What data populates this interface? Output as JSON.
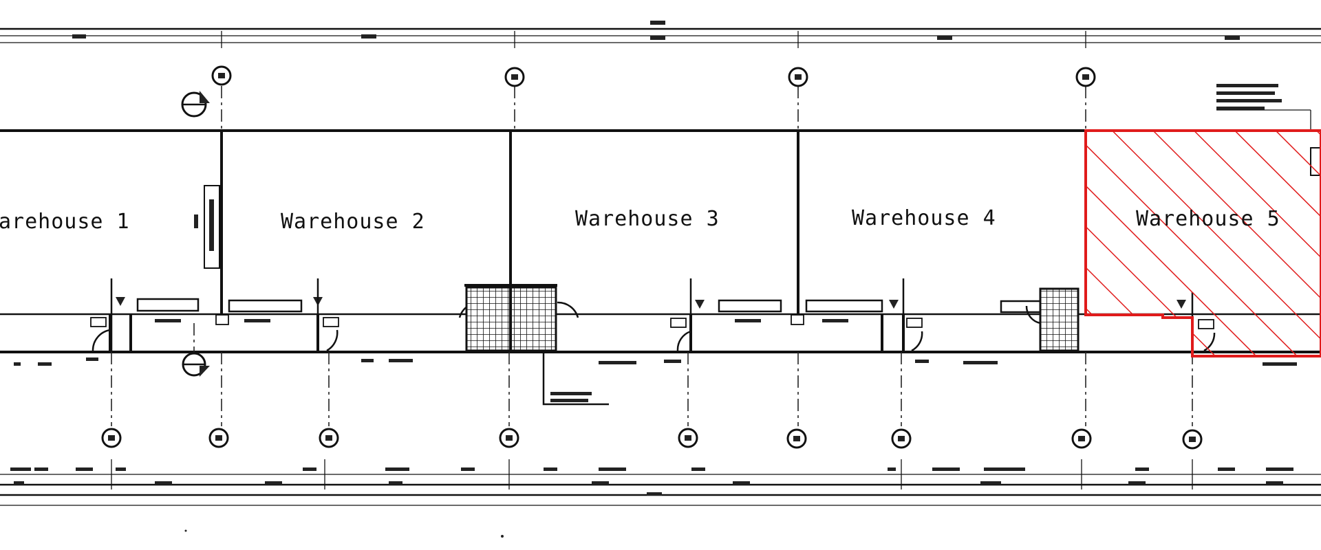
{
  "warehouses": [
    {
      "id": "1",
      "label": "arehouse 1",
      "highlighted": false
    },
    {
      "id": "2",
      "label": "Warehouse 2",
      "highlighted": false
    },
    {
      "id": "3",
      "label": "Warehouse 3",
      "highlighted": false
    },
    {
      "id": "4",
      "label": "Warehouse 4",
      "highlighted": false
    },
    {
      "id": "5",
      "label": "Warehouse 5",
      "highlighted": true
    }
  ],
  "colors": {
    "highlight": "#e01b1b",
    "linework": "#111111",
    "background": "#ffffff"
  }
}
